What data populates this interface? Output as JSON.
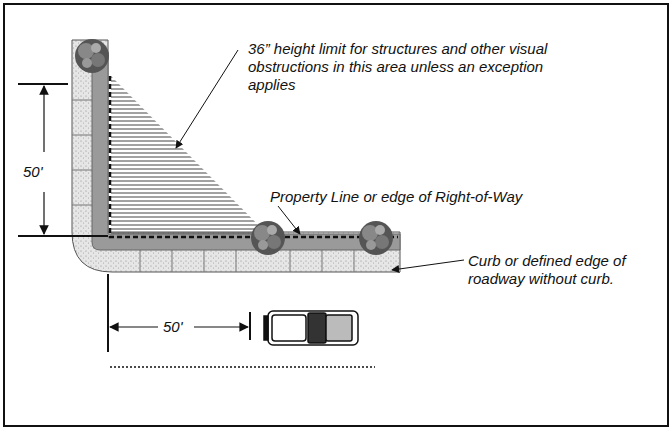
{
  "diagram": {
    "labels": [
      "36” height limit for structures and other visual obstructions in this area unless an exception applies",
      "Property Line or edge of Right-of-Way",
      "Curb or defined edge of roadway without curb.",
      "50'",
      "50'"
    ]
  }
}
